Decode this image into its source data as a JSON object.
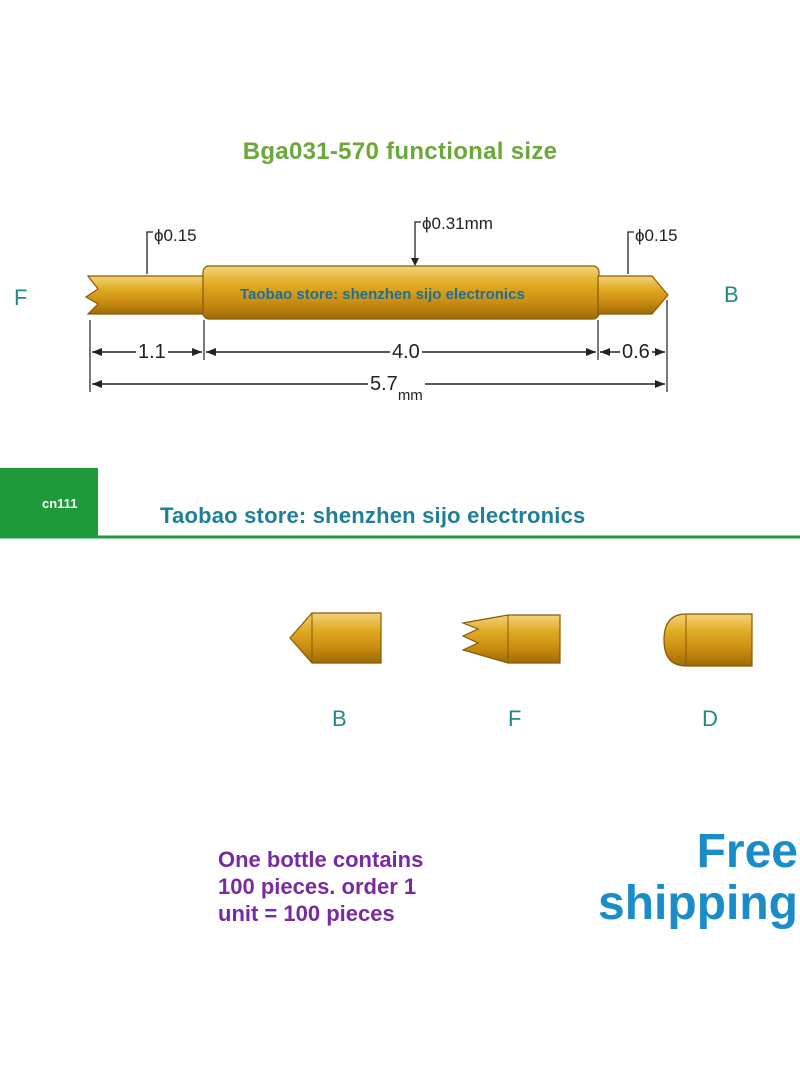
{
  "title": "Bga031-570 functional size",
  "ends": {
    "left": "F",
    "right": "B"
  },
  "diameters": {
    "left": "ϕ0.15",
    "center": "ϕ0.31mm",
    "right": "ϕ0.15"
  },
  "dimensions": {
    "left": "1.1",
    "center": "4.0",
    "right": "0.6",
    "total": "5.7",
    "total_unit": "mm"
  },
  "watermark_store": "Taobao store: shenzhen sijo electronics",
  "green_badge": "cn111",
  "store_banner": "Taobao store: shenzhen sijo electronics",
  "tips": [
    "B",
    "F",
    "D"
  ],
  "bottle_lines": [
    "One bottle contains",
    "100 pieces. order 1",
    "unit = 100 pieces"
  ],
  "free_shipping": [
    "Free",
    "shipping"
  ],
  "colors": {
    "gold": "#d9a21b",
    "title_green": "#6aa83a",
    "teal": "#1f8a8a",
    "purple": "#7a2aa0",
    "blue": "#1a8cc8",
    "banner_green": "#1f9a3a"
  }
}
